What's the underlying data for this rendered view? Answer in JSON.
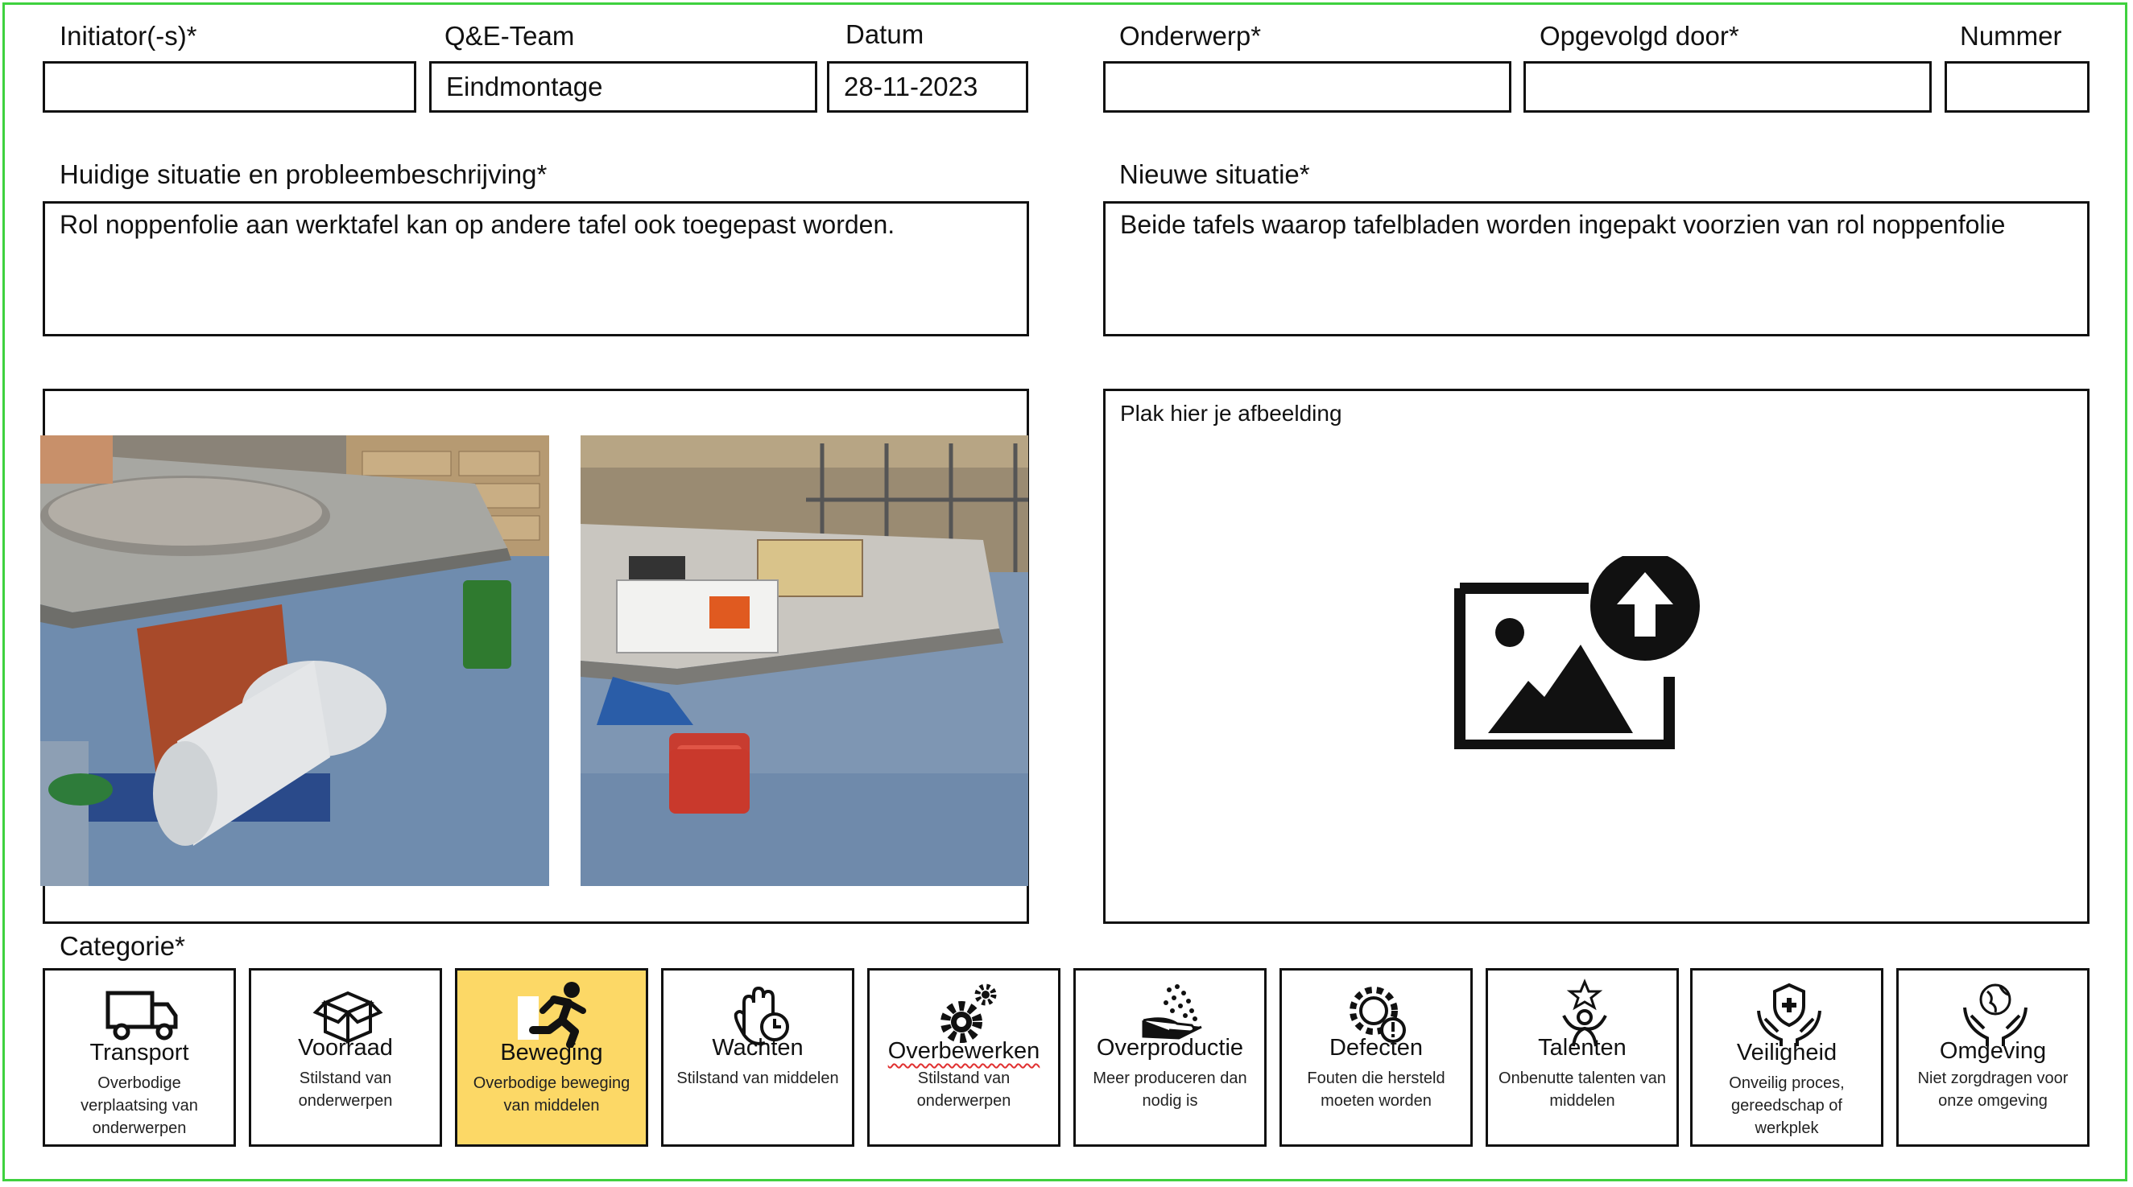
{
  "header": {
    "initiator": {
      "label": "Initiator(-s)*",
      "value": ""
    },
    "team": {
      "label": "Q&E-Team",
      "value": "Eindmontage"
    },
    "datum": {
      "label": "Datum",
      "value": "28-11-2023"
    },
    "onderwerp": {
      "label": "Onderwerp*",
      "value": ""
    },
    "opgevolgd": {
      "label": "Opgevolgd door*",
      "value": ""
    },
    "nummer": {
      "label": "Nummer",
      "value": ""
    }
  },
  "current": {
    "label": "Huidige situatie en probleembeschrijving*",
    "value": "Rol noppenfolie aan werktafel kan op andere tafel ook toegepast worden."
  },
  "new": {
    "label": "Nieuwe situatie*",
    "value": "Beide tafels waarop tafelbladen worden ingepakt voorzien van rol noppenfolie"
  },
  "image_placeholder": {
    "text": "Plak hier je afbeelding",
    "icon": "image-upload-icon"
  },
  "categories": {
    "label": "Categorie*",
    "selected": "Beweging",
    "items": [
      {
        "title": "Transport",
        "desc": "Overbodige verplaatsing van onderwerpen",
        "icon": "truck-icon"
      },
      {
        "title": "Voorraad",
        "desc": "Stilstand van onderwerpen",
        "icon": "box-icon"
      },
      {
        "title": "Beweging",
        "desc": "Overbodige beweging van middelen",
        "icon": "running-person-icon"
      },
      {
        "title": "Wachten",
        "desc": "Stilstand van middelen",
        "icon": "hand-clock-icon"
      },
      {
        "title": "Overbewerken",
        "desc": "Stilstand van onderwerpen",
        "icon": "gears-icon"
      },
      {
        "title": "Overproductie",
        "desc": "Meer produceren dan nodig is",
        "icon": "hand-dots-icon"
      },
      {
        "title": "Defecten",
        "desc": "Fouten die hersteld moeten worden",
        "icon": "gear-warning-icon"
      },
      {
        "title": "Talenten",
        "desc": "Onbenutte talenten van middelen",
        "icon": "person-star-icon"
      },
      {
        "title": "Veiligheid",
        "desc": "Onveilig proces, gereedschap of werkplek",
        "icon": "hands-shield-icon"
      },
      {
        "title": "Omgeving",
        "desc": "Niet zorgdragen voor onze omgeving",
        "icon": "hands-globe-icon"
      }
    ]
  }
}
